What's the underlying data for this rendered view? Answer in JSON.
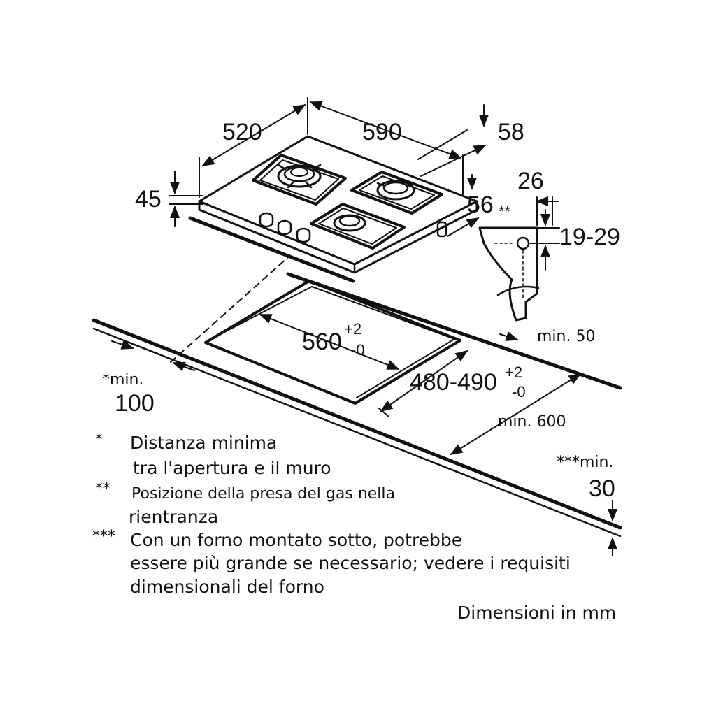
{
  "dimensions": {
    "depth": "520",
    "width": "590",
    "height": "45",
    "edge_58": "58",
    "edge_56": "56",
    "double_star": "**",
    "bracket_26": "26",
    "bracket_range": "19-29",
    "cutout_width": "560",
    "cutout_width_tol_plus": "+2",
    "cutout_width_tol_minus": "-0",
    "cutout_depth": "480-490",
    "cutout_depth_tol_plus": "+2",
    "cutout_depth_tol_minus": "-0",
    "min_50": "min. 50",
    "min_600": "min. 600",
    "min_100_label": "*min.",
    "min_100_value": "100",
    "min_30_label": "***min.",
    "min_30_value": "30"
  },
  "notes": [
    {
      "symbol": "*",
      "lines": [
        "Distanza minima",
        "tra l'apertura e il muro"
      ]
    },
    {
      "symbol": "**",
      "lines": [
        "Posizione della presa del gas nella",
        "rientranza"
      ]
    },
    {
      "symbol": "***",
      "lines": [
        "Con un forno montato sotto, potrebbe",
        "essere più grande se necessario; vedere i requisiti",
        "dimensionali del forno"
      ]
    }
  ],
  "footer": {
    "units": "Dimensioni in mm"
  }
}
